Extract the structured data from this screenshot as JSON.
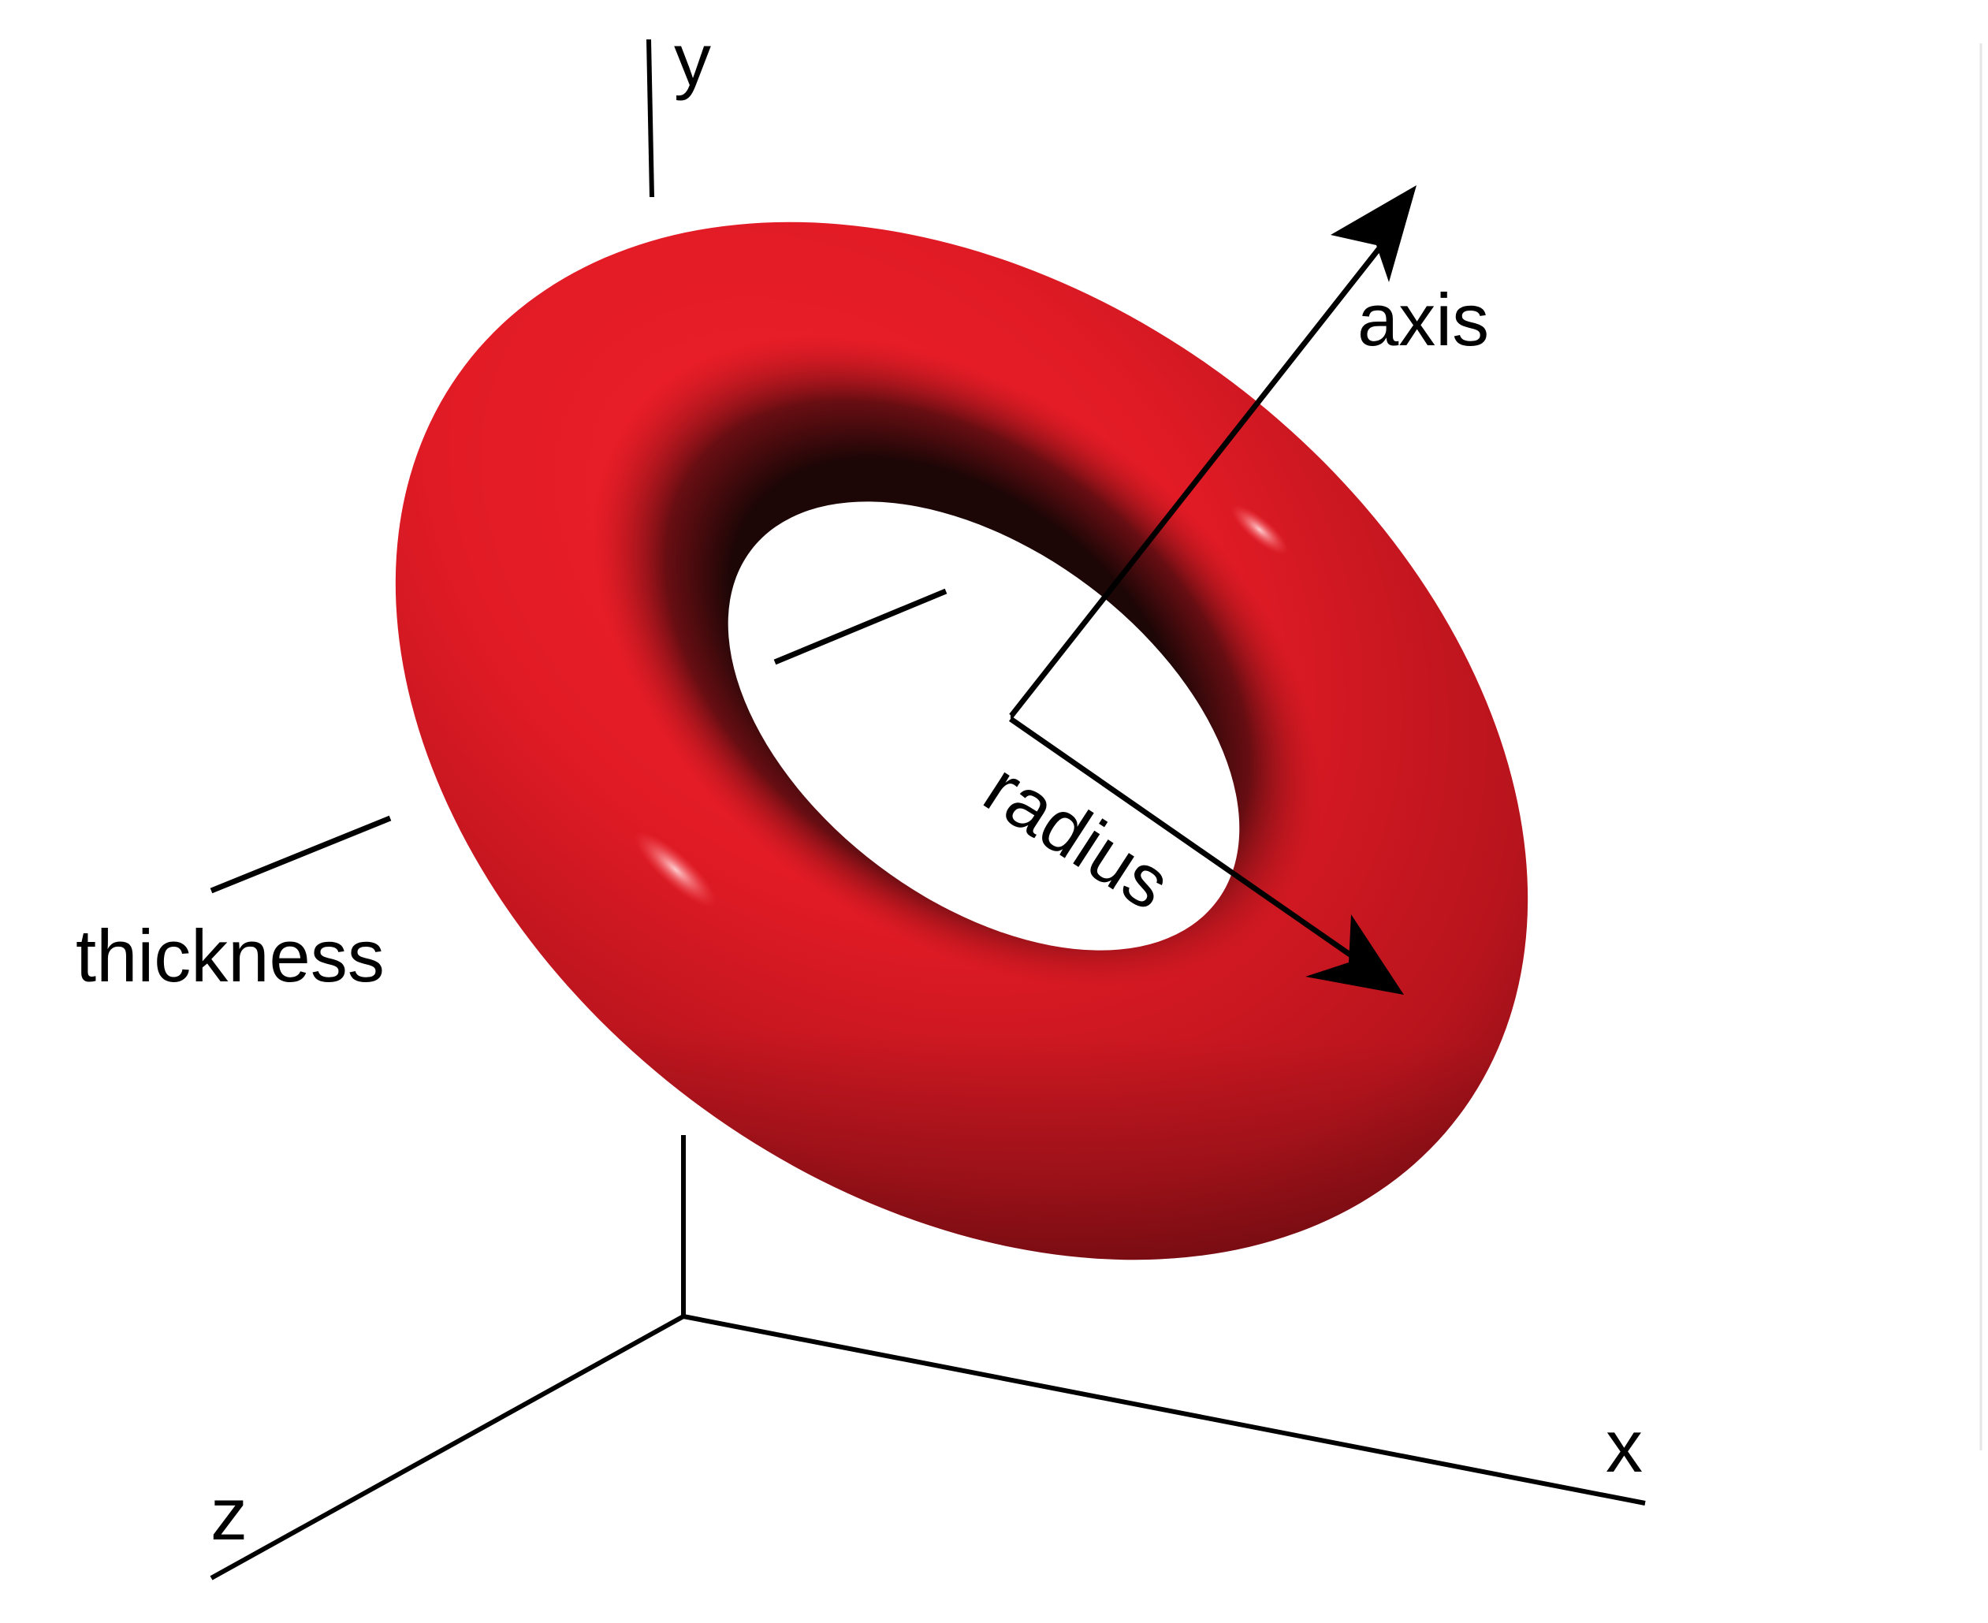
{
  "labels": {
    "y_axis": "y",
    "x_axis": "x",
    "z_axis": "z",
    "axis": "axis",
    "radius": "radius",
    "thickness": "thickness"
  },
  "colors": {
    "torus": "#e01b24",
    "torus_shadow": "#2a0c0c",
    "lines": "#000000",
    "background": "#ffffff"
  }
}
